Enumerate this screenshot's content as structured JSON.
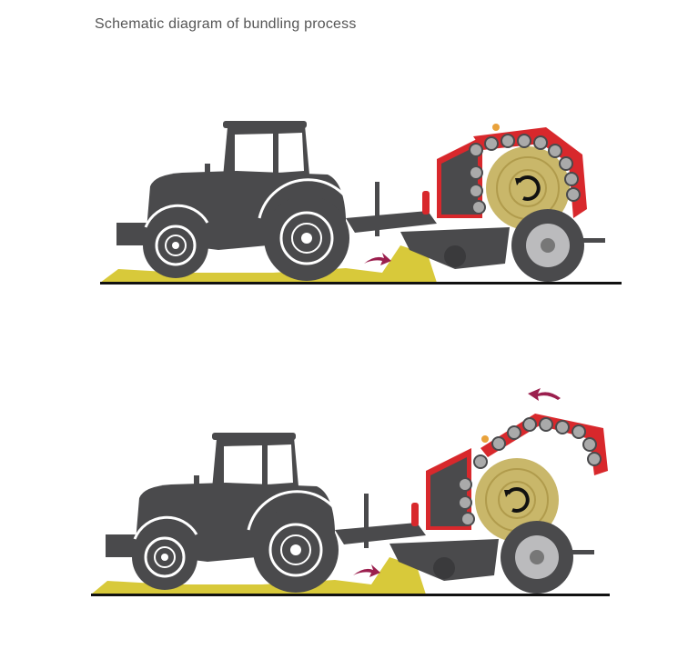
{
  "title": "Schematic diagram of bundling process",
  "colors": {
    "machine": "#4a4a4c",
    "baler_red": "#d8282c",
    "hay": "#c9b76a",
    "grass": "#d8c93a",
    "arrow": "#9b1f4e",
    "ground": "#111111"
  },
  "scenes": [
    {
      "state": "baling",
      "lid": "closed"
    },
    {
      "state": "ejecting",
      "lid": "open"
    }
  ]
}
